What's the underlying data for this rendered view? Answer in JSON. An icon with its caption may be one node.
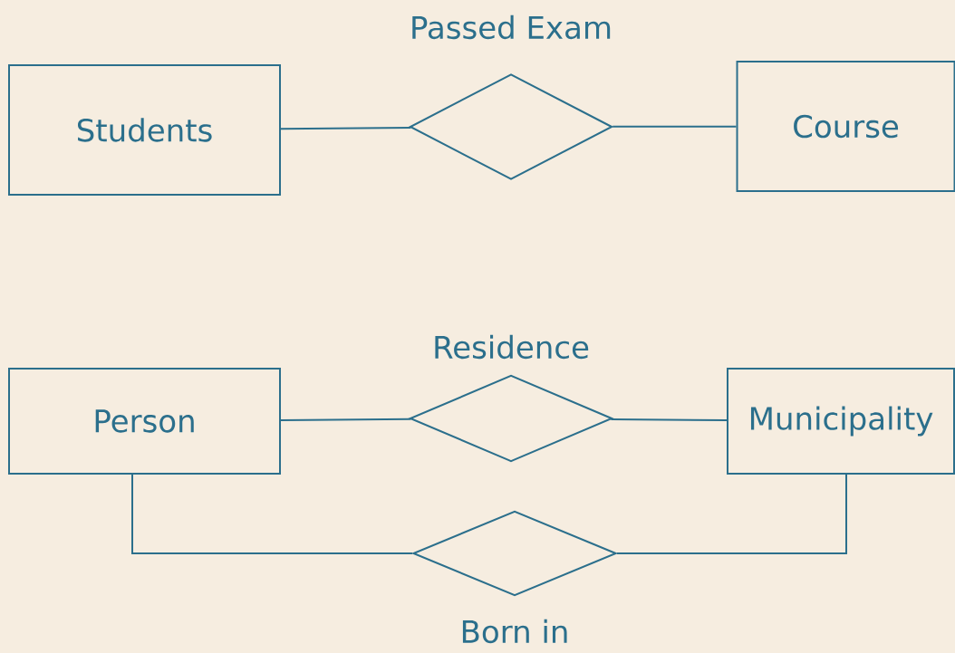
{
  "diagram": {
    "nodes": [
      {
        "text": [
          "Students"
        ]
      },
      {
        "text": [
          "Passed Exam"
        ]
      },
      {
        "text": [
          "Course"
        ]
      },
      {
        "text": [
          "Person"
        ]
      },
      {
        "text": [
          "Residence"
        ]
      },
      {
        "text": [
          "Municipality"
        ]
      },
      {
        "text": [
          "Born in"
        ]
      }
    ],
    "edges": [
      {
        "from": 0,
        "to": 1,
        "arrow": "none"
      },
      {
        "from": 1,
        "to": 2,
        "arrow": "none"
      },
      {
        "from": 3,
        "to": 4,
        "arrow": "none"
      },
      {
        "from": 4,
        "to": 5,
        "arrow": "none"
      },
      {
        "from": 3,
        "to": 6,
        "arrow": "none"
      },
      {
        "from": 6,
        "to": 5,
        "arrow": "none"
      }
    ]
  }
}
